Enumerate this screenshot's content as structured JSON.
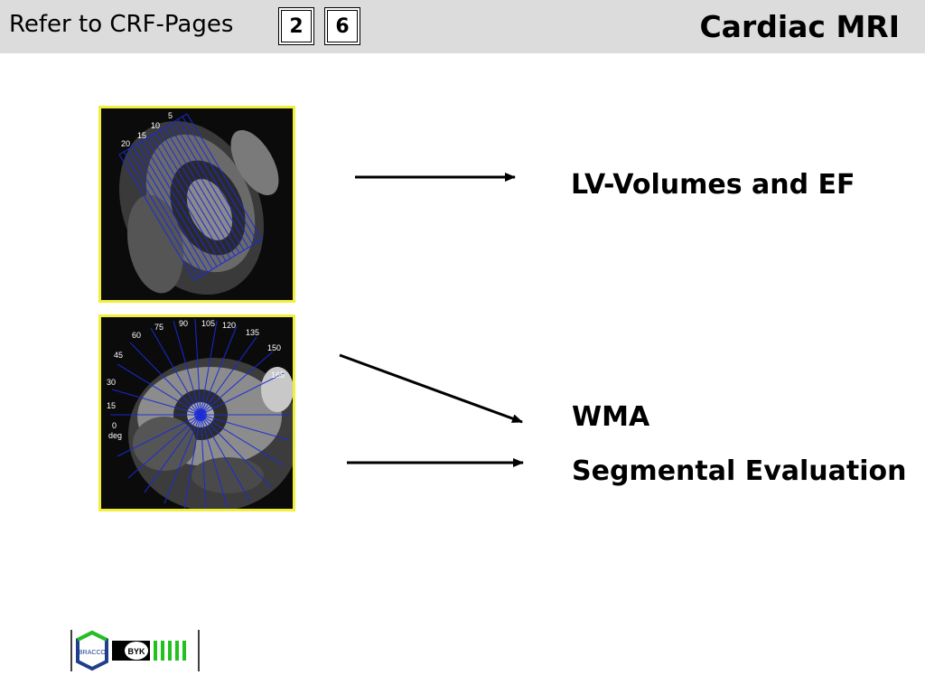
{
  "header": {
    "refer_text": "Refer to CRF-Pages",
    "page_numbers": [
      "2",
      "6"
    ],
    "title": "Cardiac MRI",
    "background_color": "#dcdcdc"
  },
  "images": {
    "long_axis": {
      "slice_labels": [
        "5",
        "10",
        "15",
        "20"
      ]
    },
    "short_axis": {
      "angle_labels": [
        "60",
        "75",
        "90",
        "105",
        "120",
        "135",
        "150",
        "165",
        "45",
        "30",
        "15",
        "0",
        "deg"
      ]
    }
  },
  "labels": {
    "lv_volumes": "LV-Volumes and EF",
    "wma": "WMA",
    "segmental": "Segmental Evaluation"
  },
  "logo": {
    "bracco": "BRACCO",
    "byk": "BYK"
  },
  "colors": {
    "panel_border": "#f2ef3c",
    "overlay_lines": "#1a2bd6",
    "logo_green": "#22c21e",
    "logo_blue": "#1f3f8c"
  }
}
